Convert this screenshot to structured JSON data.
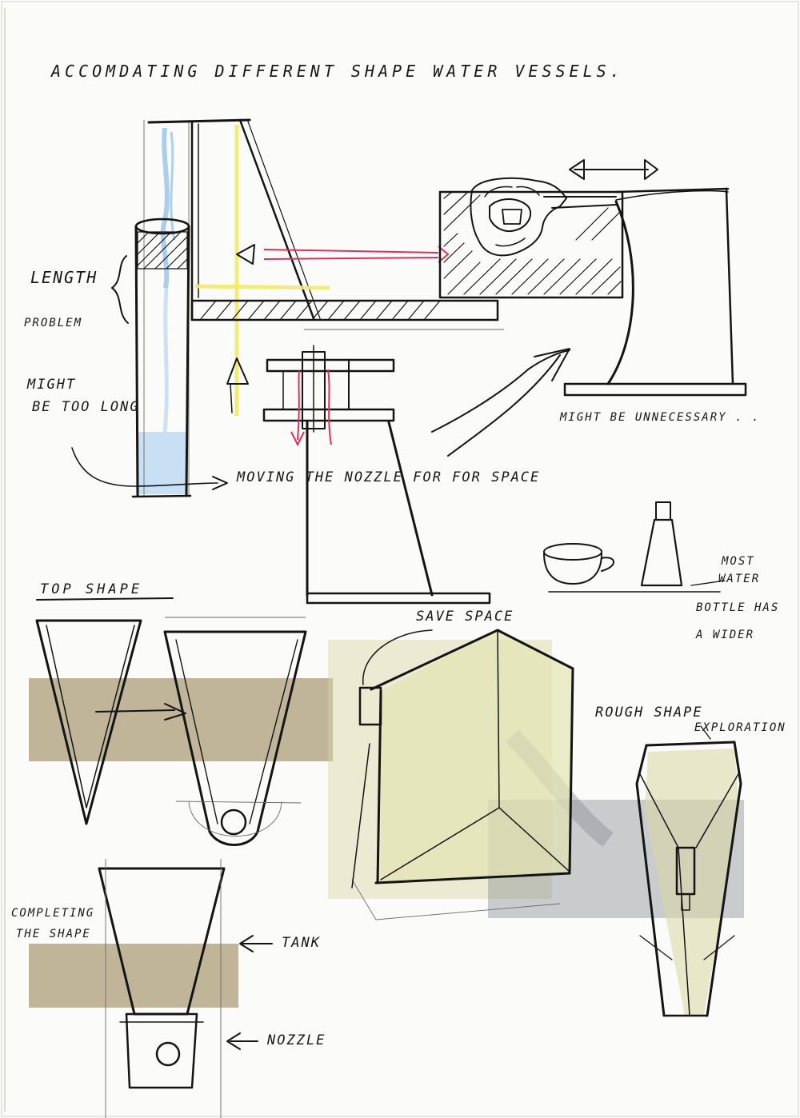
{
  "title": "ACCOMDATING DIFFERENT SHAPE WATER VESSELS.",
  "notes": {
    "length": "LENGTH",
    "problem": "PROBLEM",
    "might": "MIGHT",
    "be_too_long": "BE TOO LONG",
    "moving_nozzle": "MOVING THE NOZZLE FOR FOR SPACE",
    "might_unnecessary": "MIGHT BE UNNECESSARY . .",
    "top_shape": "TOP SHAPE",
    "save_space": "SAVE SPACE",
    "most": "MOST",
    "water": "WATER",
    "bottle_has": "BOTTLE HAS",
    "a_wider": "A WIDER",
    "rough_shape": "ROUGH SHAPE",
    "exploration": "EXPLORATION",
    "completing": "COMPLETING",
    "the_shape": "THE SHAPE",
    "tank": "TANK",
    "nozzle": "NOZZLE"
  },
  "colors": {
    "paper": "#fbfbf9",
    "ink": "#141414",
    "blue_marker": "#9cc6ea",
    "yellow_marker": "#f1eb6e",
    "red_ink": "#e0305a",
    "tan_marker": "#a99a72",
    "olive_marker": "#d7d8a4",
    "grey_marker": "#8f9094"
  }
}
